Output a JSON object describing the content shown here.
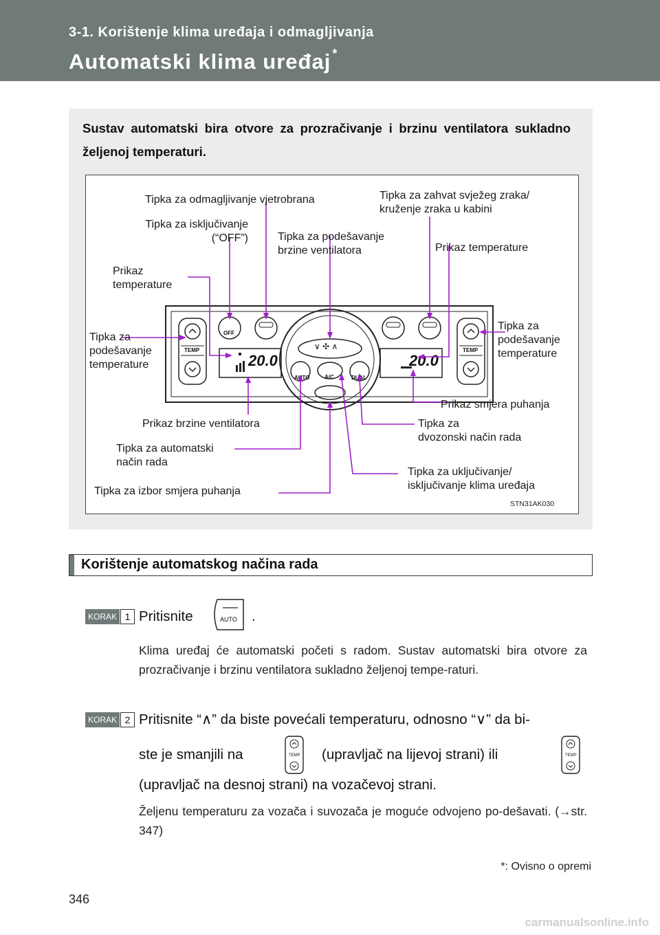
{
  "header": {
    "section": "3-1. Korištenje klima uređaja i odmagljivanja",
    "title": "Automatski klima uređaj",
    "title_mark": "*"
  },
  "intro": "Sustav automatski bira otvore za prozračivanje i brzinu ventilatora sukladno željenoj temperaturi.",
  "figure": {
    "labels": {
      "defog_windshield": "Tipka za odmagljivanje vjetrobrana",
      "fresh_recirc": [
        "Tipka za zahvat svježeg zraka/",
        "kruženje zraka u kabini"
      ],
      "off_button": [
        "Tipka za isključivanje",
        "(“OFF”)"
      ],
      "fan_speed_button": [
        "Tipka za podešavanje",
        "brzine ventilatora"
      ],
      "temp_display_right": "Prikaz temperature",
      "temp_display_left": [
        "Prikaz",
        "temperature"
      ],
      "temp_adjust_left": [
        "Tipka za",
        "podešavanje",
        "temperature"
      ],
      "temp_adjust_right": [
        "Tipka za",
        "podešavanje",
        "temperature"
      ],
      "airflow_display": "Prikaz smjera puhanja",
      "fan_speed_display": "Prikaz brzine ventilatora",
      "dual_button": [
        "Tipka za",
        "dvozonski način rada"
      ],
      "auto_button": [
        "Tipka za automatski",
        "način rada"
      ],
      "ac_button": [
        "Tipka za uključivanje/",
        "isključivanje klima uređaja"
      ],
      "mode_button": "Tipka za izbor smjera puhanja"
    },
    "panel_text": {
      "temp_left": "20.0",
      "temp_right": "20.0",
      "temp_word": "TEMP",
      "off": "OFF",
      "auto": "AUTO",
      "ac": "A/C",
      "dual": "DUAL"
    },
    "code": "STN31AK030"
  },
  "section": {
    "title": "Korištenje automatskog načina rada"
  },
  "steps": [
    {
      "badge": "KORAK",
      "number": "1",
      "line": "Pritisnite",
      "after_icon": ".",
      "icon_text": "AUTO",
      "desc": "Klima uređaj će automatski početi s radom. Sustav automatski bira otvore za prozračivanje i brzinu ventilatora sukladno željenoj tempe-raturi."
    },
    {
      "badge": "KORAK",
      "number": "2",
      "line1": "Pritisnite “∧” da biste povećali temperaturu, odnosno “∨” da bi-",
      "line2_a": "ste je smanjili na",
      "line2_b": "(upravljač na lijevoj strani) ili",
      "line3": "(upravljač na desnoj strani) na vozačevoj strani.",
      "icon_text": "TEMP",
      "desc": "Željenu temperaturu za vozača i suvozača je moguće odvojeno po-dešavati. (→str. 347)"
    }
  ],
  "footnote": "*: Ovisno o opremi",
  "page_number": "346",
  "watermark": "carmanualsonline.info",
  "colors": {
    "header_bg": "#6f7a79",
    "callout": "#a020c8",
    "panel_bg": "#ececec"
  }
}
